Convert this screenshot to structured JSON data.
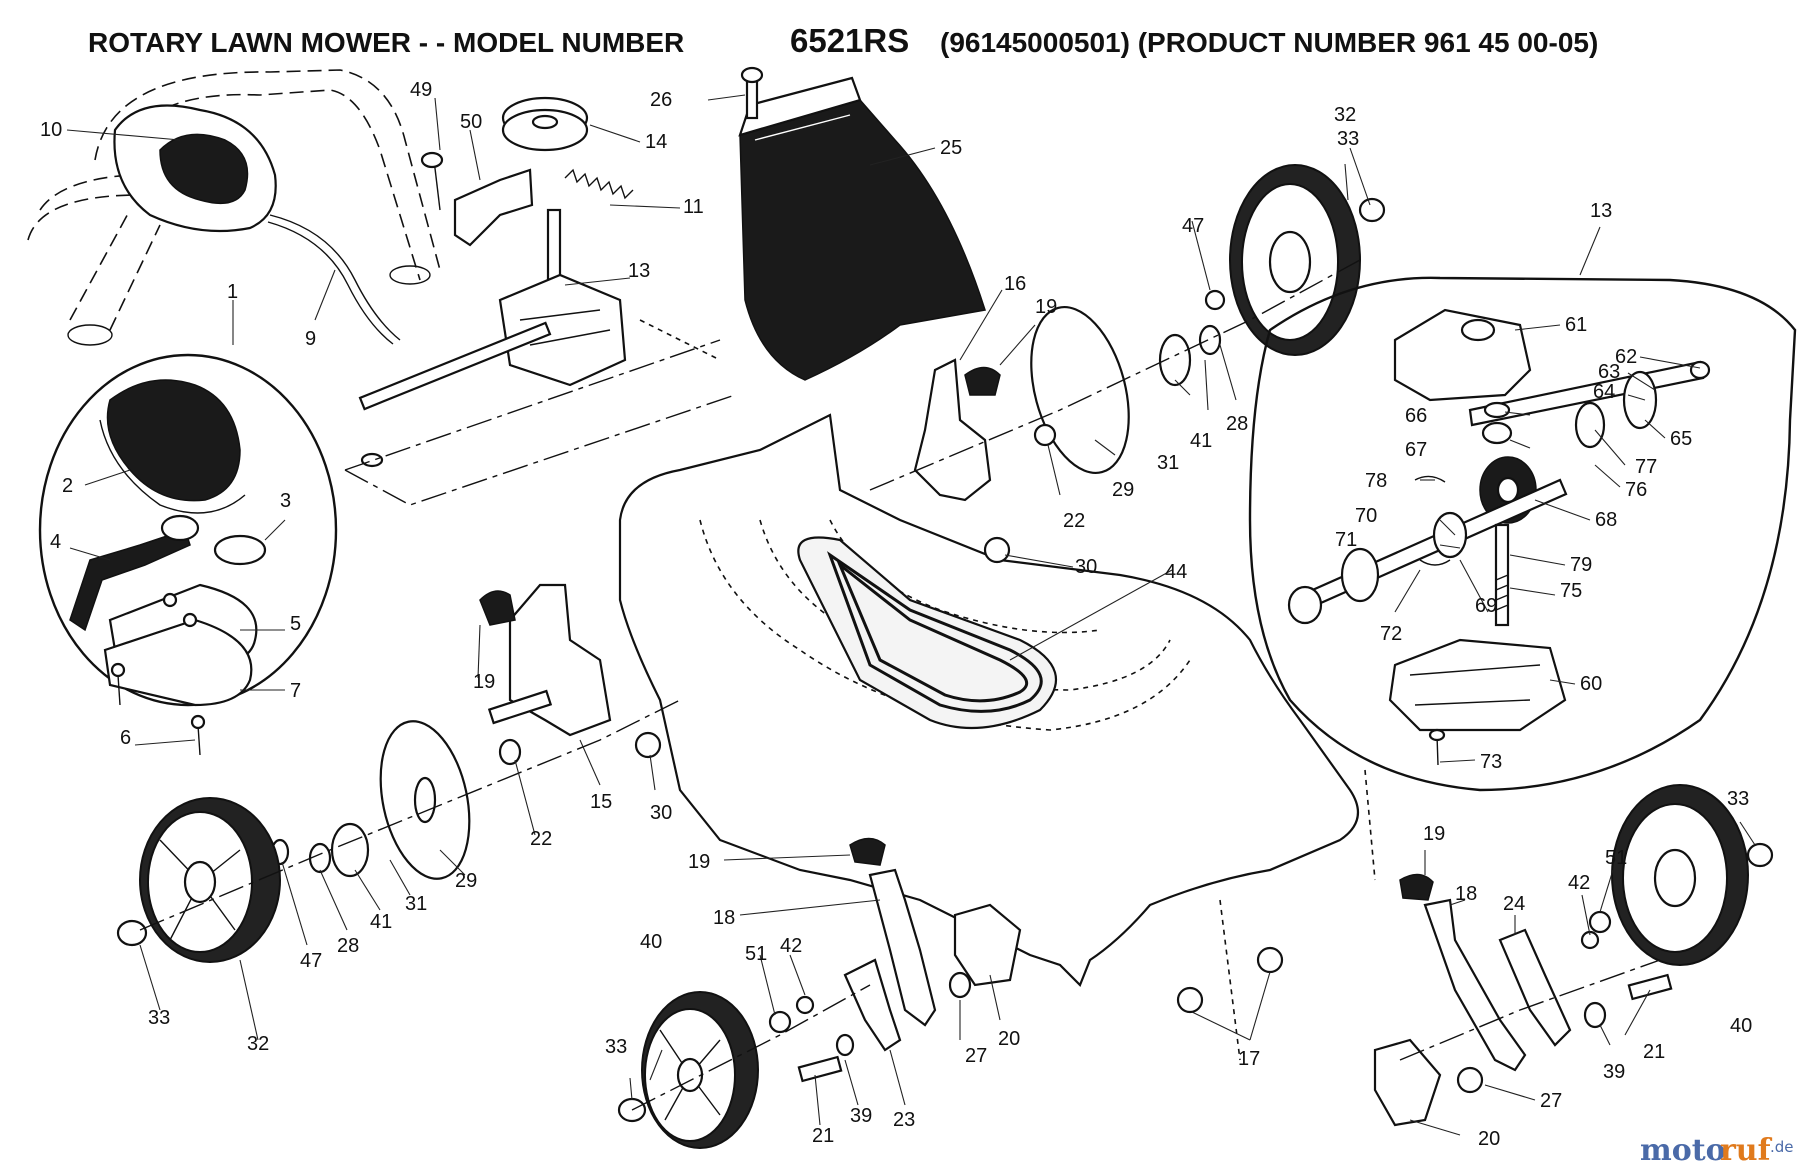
{
  "header": {
    "prefix": "ROTARY LAWN MOWER - - MODEL NUMBER",
    "model": "6521RS",
    "suffix": "(96145000501) (PRODUCT NUMBER 961 45 00-05)"
  },
  "watermark": {
    "part_a": "moto",
    "part_b": "ruf",
    "part_c": ".de"
  },
  "callouts": {
    "c1": "1",
    "c2": "2",
    "c3": "3",
    "c4": "4",
    "c5": "5",
    "c6": "6",
    "c7": "7",
    "c9": "9",
    "c10": "10",
    "c11": "11",
    "c13a": "13",
    "c13b": "13",
    "c14": "14",
    "c15": "15",
    "c16": "16",
    "c17": "17",
    "c18a": "18",
    "c18b": "18",
    "c19a": "19",
    "c19b": "19",
    "c19c": "19",
    "c19d": "19",
    "c20a": "20",
    "c20b": "20",
    "c21a": "21",
    "c21b": "21",
    "c22a": "22",
    "c22b": "22",
    "c23": "23",
    "c24": "24",
    "c25": "25",
    "c26": "26",
    "c27a": "27",
    "c27b": "27",
    "c28a": "28",
    "c28b": "28",
    "c29a": "29",
    "c29b": "29",
    "c30a": "30",
    "c30b": "30",
    "c31a": "31",
    "c31b": "31",
    "c32a": "32",
    "c32b": "32",
    "c33a": "33",
    "c33b": "33",
    "c33c": "33",
    "c33d": "33",
    "c39a": "39",
    "c39b": "39",
    "c40a": "40",
    "c40b": "40",
    "c41a": "41",
    "c41b": "41",
    "c42a": "42",
    "c42b": "42",
    "c44": "44",
    "c47a": "47",
    "c47b": "47",
    "c49": "49",
    "c50": "50",
    "c51a": "51",
    "c51b": "51",
    "c60": "60",
    "c61": "61",
    "c62": "62",
    "c63": "63",
    "c64": "64",
    "c65": "65",
    "c66": "66",
    "c67": "67",
    "c68": "68",
    "c69": "69",
    "c70": "70",
    "c71": "71",
    "c72": "72",
    "c73": "73",
    "c75": "75",
    "c76": "76",
    "c77": "77",
    "c78": "78",
    "c79": "79"
  }
}
